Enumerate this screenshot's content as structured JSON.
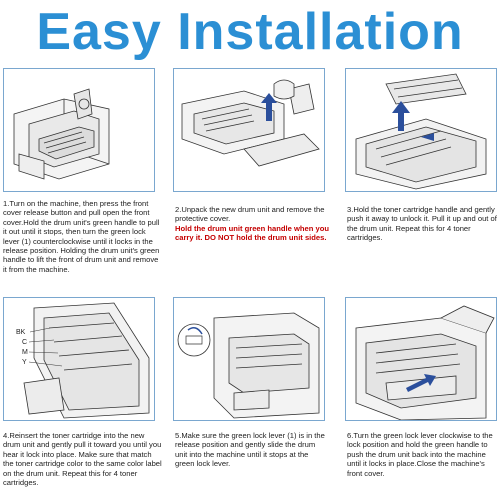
{
  "header": {
    "title": "Easy Installation"
  },
  "steps": [
    {
      "text": "1.Turn on the machine, then press the front cover release button and pull open the front cover.Hold the drum unit's green handle to pull it out until it stops, then turn the green lock lever (1) counterclockwise until it locks in the release position. Holding the drum unit's green handle to lift the front of drum unit and remove it from the machine."
    },
    {
      "text": "2.Unpack the new drum unit and remove the protective cover.",
      "warning": "Hold the drum unit green handle when you carry it. DO NOT hold the drum unit sides."
    },
    {
      "text": "3.Hold the toner cartridge handle and gently push it away to unlock it. Pull it up and out of the drum unit. Repeat this for 4 toner cartridges."
    },
    {
      "text": "4.Reinsert the toner cartridge into the new drum unit and gently pull it toward you until you hear it lock into place. Make sure that match the toner cartridge color to the same color label on the drum unit. Repeat this for 4 toner cartridges.",
      "labels": [
        "BK",
        "C",
        "M",
        "Y"
      ]
    },
    {
      "text": "5.Make sure the green lock lever (1) is in the release position and gently slide the drum unit into the machine until it stops at the green lock lever."
    },
    {
      "text": "6.Turn the green lock lever clockwise to the lock position and hold the green handle to push the drum unit back into the machine until it locks in place.Close the machine's front cover."
    }
  ],
  "colors": {
    "title": "#2b8fd4",
    "border": "#7aa7cf",
    "warning": "#c40000",
    "arrow": "#2b4f9c"
  }
}
